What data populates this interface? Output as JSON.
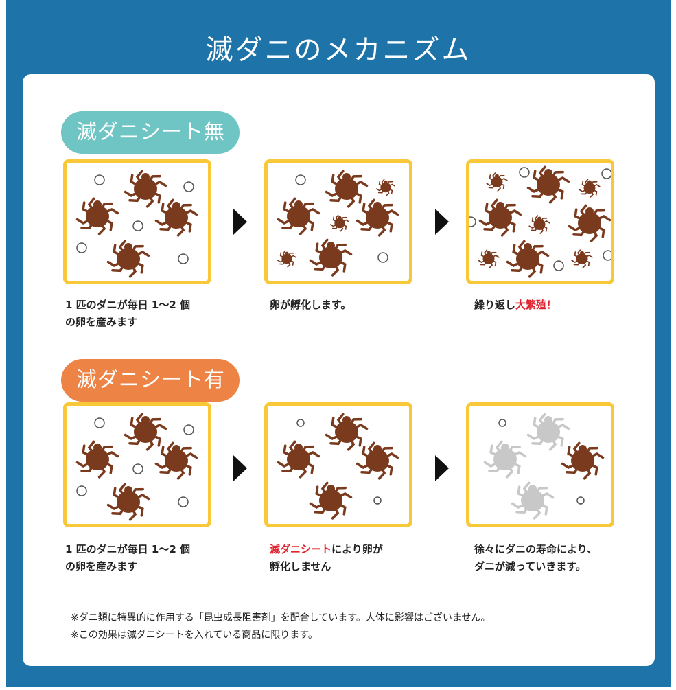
{
  "title": "滅ダニのメカニズム",
  "colors": {
    "frame": "#1e73a8",
    "teal": "#6ec5c4",
    "orange": "#ed8345",
    "panel_border": "#f8c838",
    "mite": "#7a3a1e",
    "mite_faded": "#c8c8c8",
    "highlight": "#e0232e"
  },
  "without": {
    "label": "滅ダニシート無し",
    "captions": [
      {
        "line1": "1 匹のダニが毎日 1〜2 個",
        "line2": "の卵を産みます"
      },
      {
        "line1": "卵が孵化します。",
        "line2": ""
      },
      {
        "pre": "繰り返し",
        "highlight": "大繁殖！"
      }
    ]
  },
  "with": {
    "label": "滅ダニシート有り",
    "captions": [
      {
        "line1": "1 匹のダニが毎日 1〜2 個",
        "line2": "の卵を産みます"
      },
      {
        "highlight": "滅ダニシート",
        "rest": "により卵が",
        "line2": "孵化しません"
      },
      {
        "line1": "徐々にダニの寿命により、",
        "line2": "ダニが減っていきます。"
      }
    ]
  },
  "notes": [
    "※ダニ類に特異的に作用する「昆虫成長阻害剤」を配合しています。人体に影響はございません。",
    "※この効果は滅ダニシートを入れている商品に限ります。"
  ]
}
